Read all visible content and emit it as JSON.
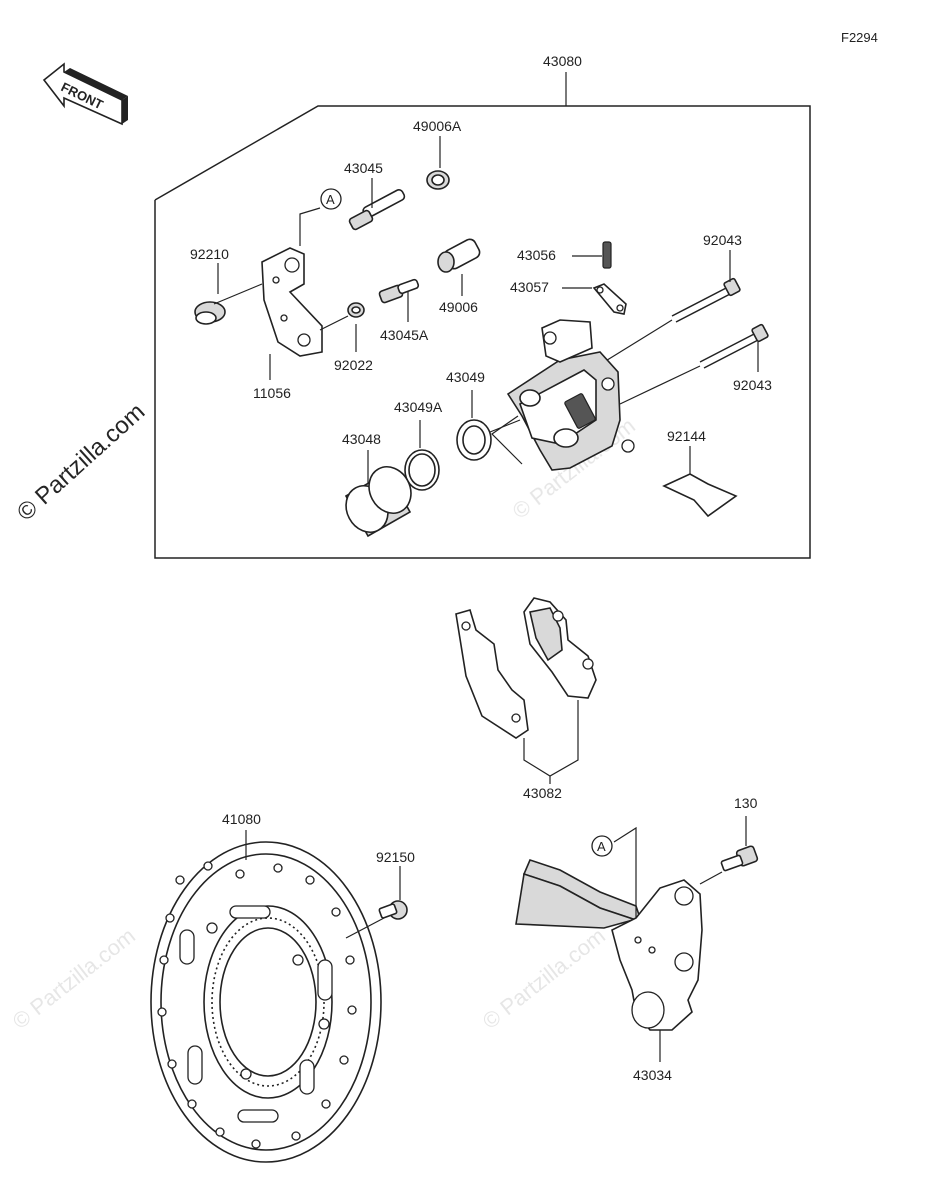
{
  "figure_code": "F2294",
  "front_label": "FRONT",
  "watermark": "© Partzilla.com",
  "callout_ref": "A",
  "parts": {
    "assembly": "43080",
    "bleeder_cap": "49006A",
    "pin_a": "43045",
    "pin_b": "43045A",
    "boot_a": "92210",
    "boot_b": "49006",
    "bracket": "11056",
    "oring": "92022",
    "bleeder_valve": "43056",
    "pad_spring_plate": "43057",
    "bolt_upper": "92043",
    "bolt_lower": "92043",
    "seal_dust": "43049",
    "seal_piston": "43049A",
    "piston": "43048",
    "spring_pad": "92144",
    "pad_set": "43082",
    "bolt_130": "130",
    "disc": "41080",
    "disc_bolt": "92150",
    "caliper_holder": "43034"
  }
}
